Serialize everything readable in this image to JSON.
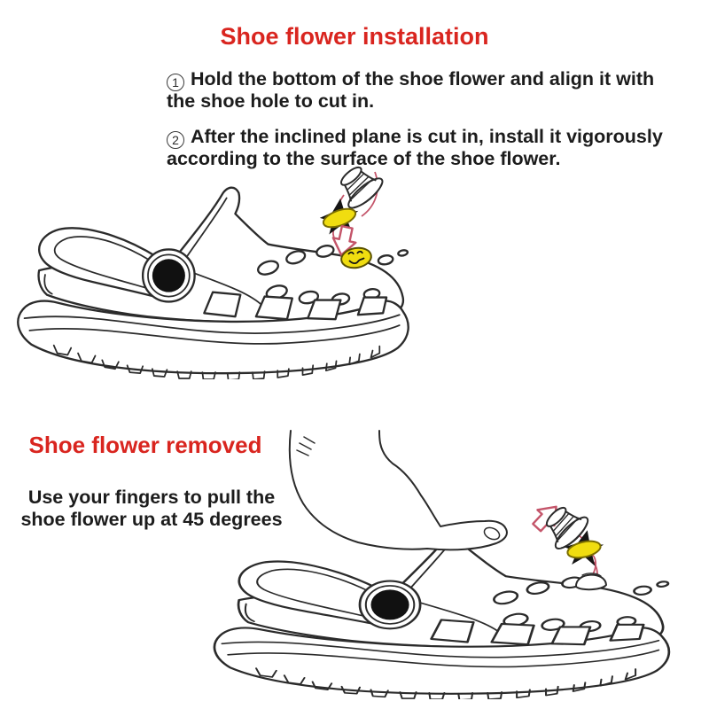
{
  "installation": {
    "title": "Shoe flower installation",
    "steps": [
      {
        "num": "1",
        "line1": "Hold the bottom of the shoe flower and align it with",
        "line2": "the shoe hole to cut in."
      },
      {
        "num": "2",
        "line1": "After the inclined plane is cut in, install it vigorously",
        "line2": "according to the surface of the shoe flower."
      }
    ],
    "illustration_alt": "Line drawing of a clog shoe; a charm with a yellow smiley face is pressed down into a shoe hole, shown with a red arrow pointing down"
  },
  "removal": {
    "title": "Shoe flower removed",
    "line1": "Use your fingers to pull the",
    "line2": "shoe flower up at 45 degrees",
    "illustration_alt": "Line drawing of a hand pulling a charm out of a clog shoe at 45 degrees, shown with a red arrow pointing up"
  },
  "colors": {
    "heading_red": "#d9251f",
    "body_text": "#1c1c1c",
    "line_art": "#2b2b2b",
    "charm_yellow": "#f0dd10",
    "arrow_red": "#c4556a",
    "rivet_black": "#111111"
  }
}
